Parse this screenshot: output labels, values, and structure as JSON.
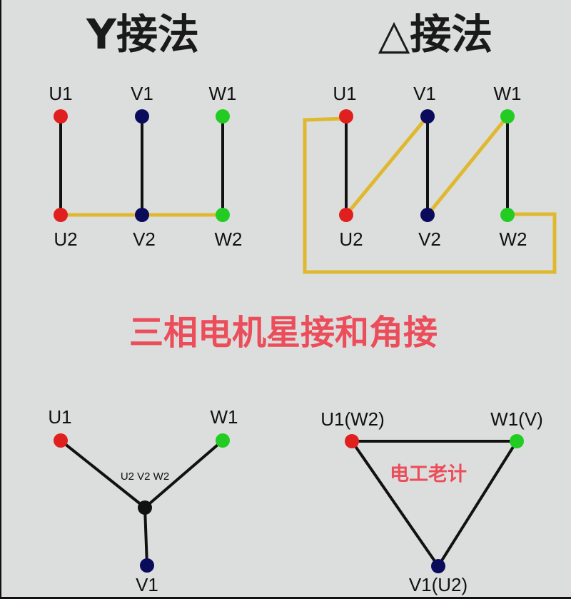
{
  "titles": {
    "y_connection": "Y接法",
    "delta_connection": "△接法"
  },
  "top_y": {
    "u1": "U1",
    "v1": "V1",
    "w1": "W1",
    "u2": "U2",
    "v2": "V2",
    "w2": "W2"
  },
  "top_delta": {
    "u1": "U1",
    "v1": "V1",
    "w1": "W1",
    "u2": "U2",
    "v2": "V2",
    "w2": "W2"
  },
  "caption": "三相电机星接和角接",
  "bottom_star": {
    "u1": "U1",
    "w1": "W1",
    "v1": "V1",
    "center": "U2 V2 W2"
  },
  "bottom_triangle": {
    "top_left": "U1(W2)",
    "top_right": "W1(V)",
    "bottom": "V1(U2)",
    "watermark": "电工老计"
  },
  "colors": {
    "u": "#e0201e",
    "v": "#0b0b5c",
    "w": "#22cc22",
    "link": "#e0b830",
    "caption": "#ec4d5a"
  }
}
